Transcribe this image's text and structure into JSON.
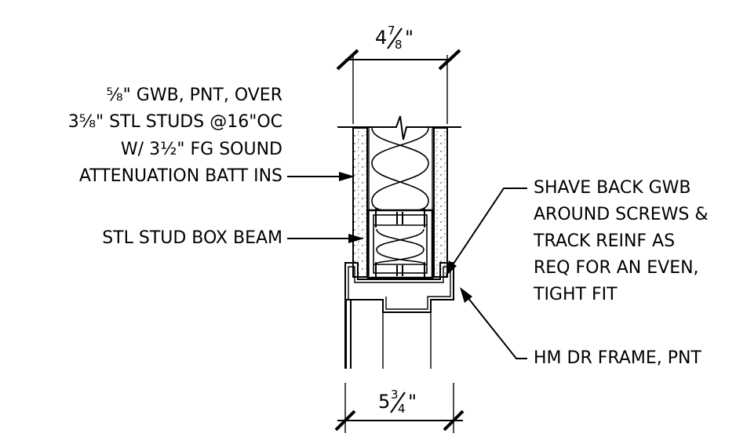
{
  "dimensions": {
    "top": {
      "whole": "4",
      "num": "7",
      "den": "8",
      "mark": "\""
    },
    "bottom": {
      "whole": "5",
      "num": "3",
      "den": "4",
      "mark": "\""
    }
  },
  "notes": {
    "wall": {
      "lines": [
        "⅝\" GWB, PNT, OVER",
        "3⅝\" STL STUDS @16\"OC",
        "W/ 3½\" FG SOUND",
        "ATTENUATION BATT INS"
      ]
    },
    "box_beam": {
      "text": "STL STUD BOX BEAM"
    },
    "shave_back": {
      "lines": [
        "SHAVE BACK GWB",
        "AROUND SCREWS &",
        "TRACK REINF AS",
        "REQ FOR AN EVEN,",
        "TIGHT FIT"
      ]
    },
    "frame": {
      "text": "HM DR FRAME, PNT"
    }
  }
}
